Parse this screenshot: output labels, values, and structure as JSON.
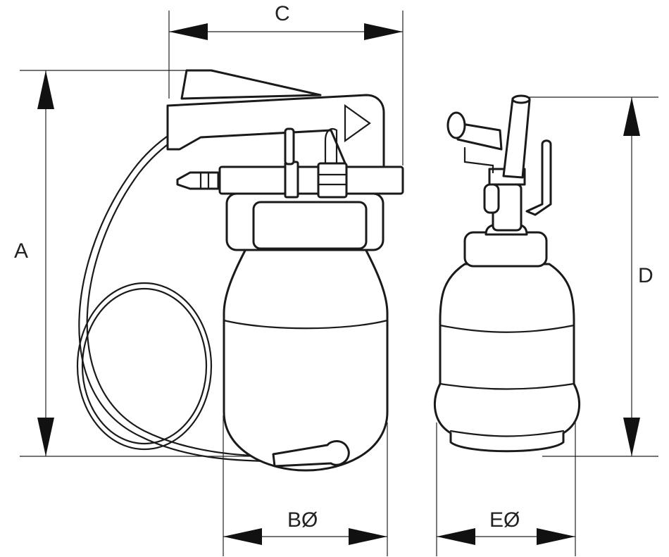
{
  "diagram": {
    "labels": {
      "a": "A",
      "b": "BØ",
      "c": "C",
      "d": "D",
      "e": "EØ"
    },
    "colors": {
      "line": "#1a1a1a",
      "background": "#ffffff"
    }
  }
}
